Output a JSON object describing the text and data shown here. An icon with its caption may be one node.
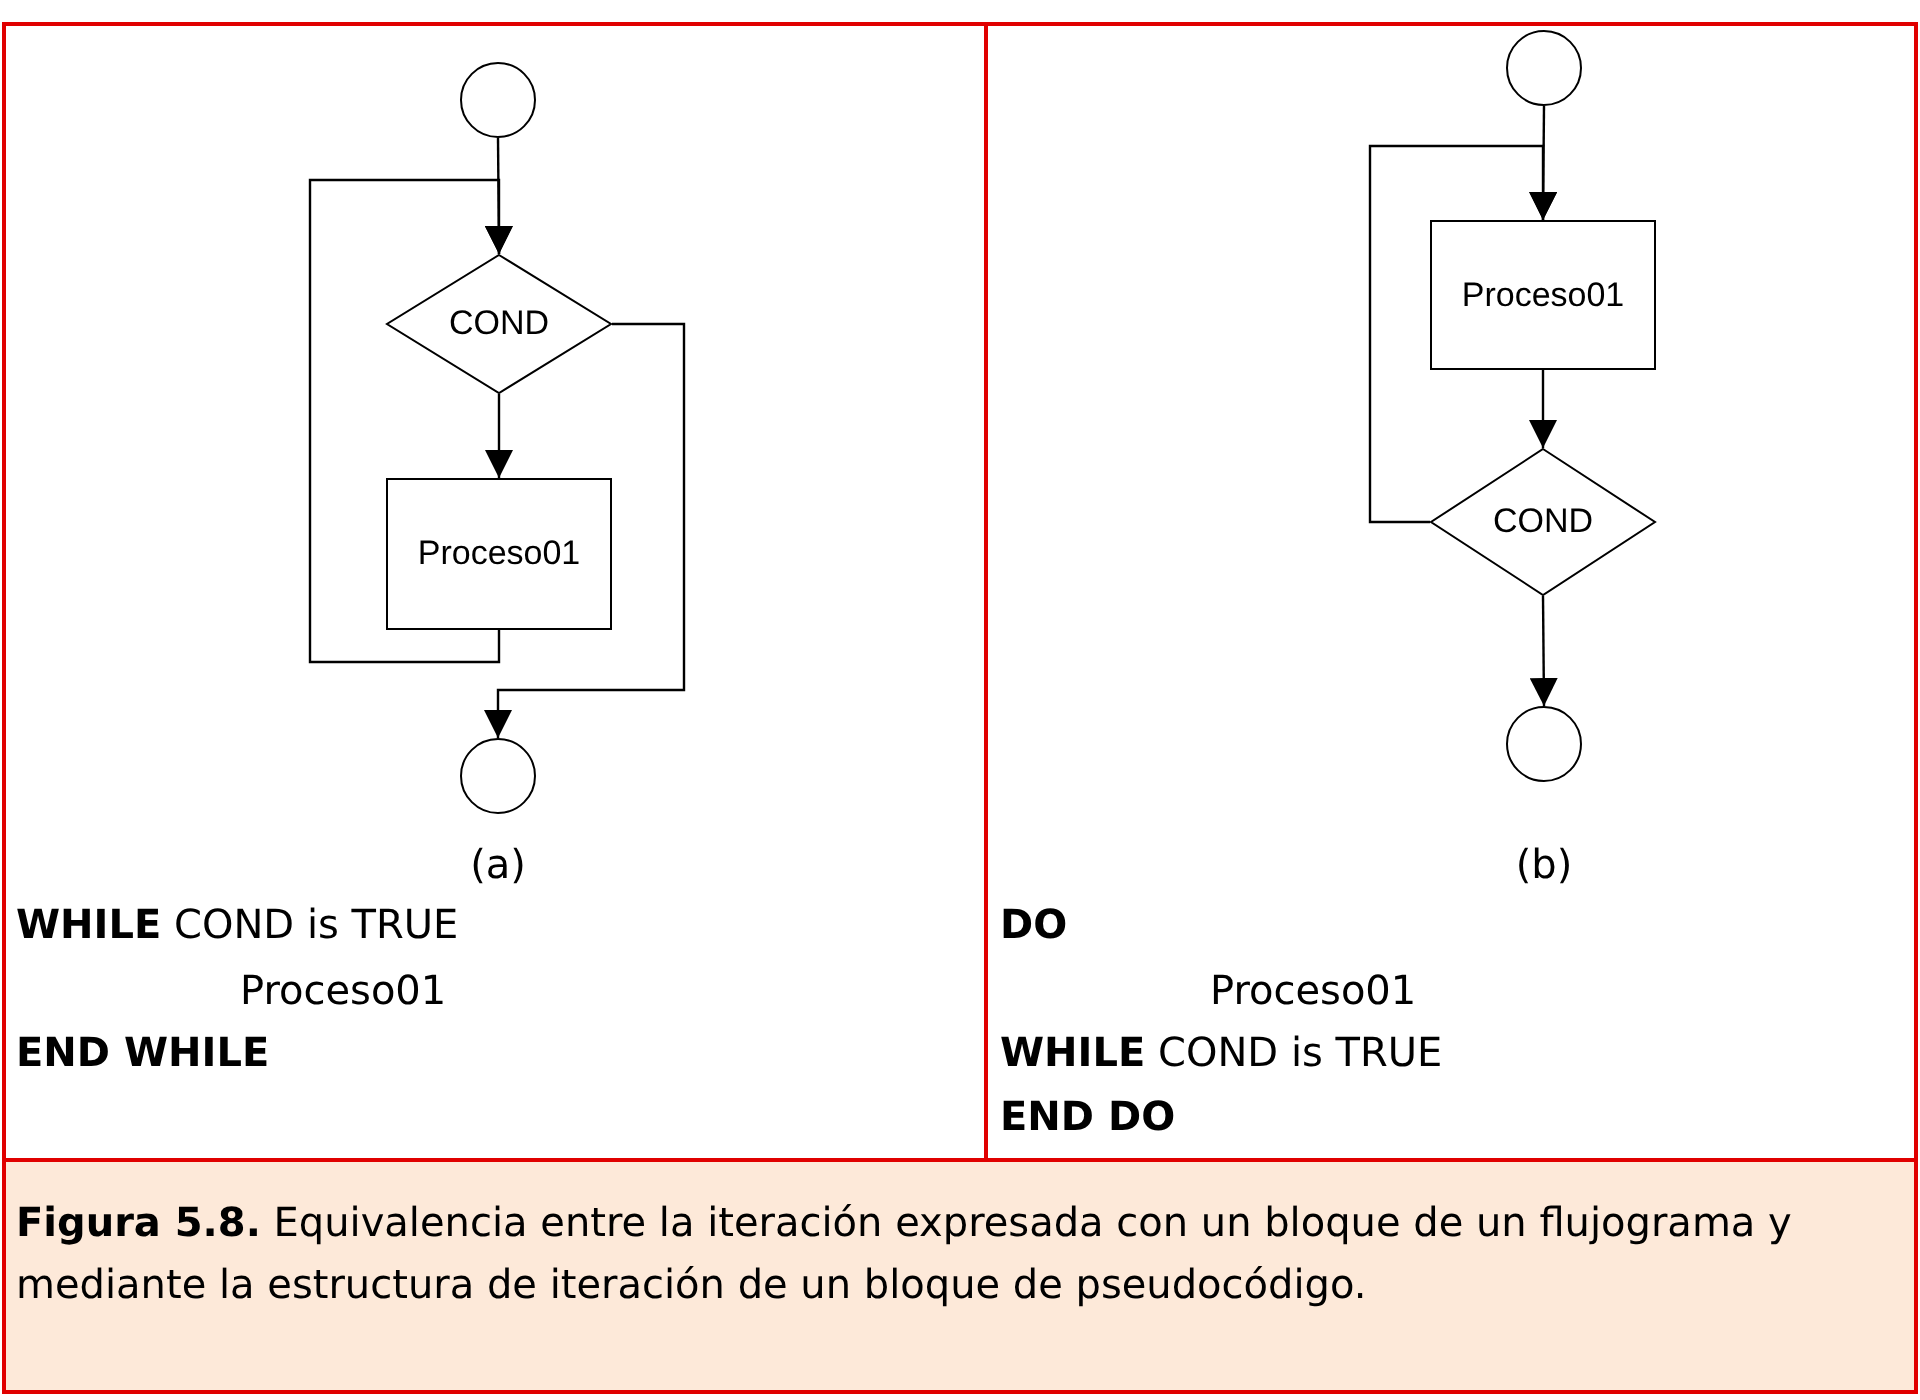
{
  "diagram": {
    "caption": "**Figura 5.8.** Equivalencia entre la iteración expresada con un bloque de un flujograma y mediante la estructura de iteración de un bloque de pseudocódigo.",
    "nodes": [
      {
        "text": [],
        "shape": "circle"
      },
      {
        "text": [
          "COND"
        ]
      },
      {
        "text": [
          "Proceso01"
        ]
      },
      {
        "text": [],
        "shape": "circle"
      },
      {
        "text": [],
        "shape": "circle"
      },
      {
        "text": [
          "Proceso01"
        ]
      },
      {
        "text": [
          "COND"
        ]
      },
      {
        "text": [],
        "shape": "circle"
      }
    ],
    "edges": [
      {
        "from": 0,
        "to": 1,
        "arrow": "to"
      },
      {
        "from": 1,
        "to": 2,
        "arrow": "to"
      },
      {
        "from": 2,
        "to": 1,
        "arrow": "to"
      },
      {
        "from": 1,
        "to": 3,
        "arrow": "to"
      },
      {
        "from": 4,
        "to": 5,
        "arrow": "to"
      },
      {
        "from": 5,
        "to": 6,
        "arrow": "to"
      },
      {
        "from": 6,
        "to": 5,
        "arrow": "to"
      },
      {
        "from": 6,
        "to": 7,
        "arrow": "to"
      }
    ],
    "labels": [
      "(a)",
      "**WHILE** COND is TRUE",
      "Proceso01",
      "END WHILE",
      "(b)",
      "DO",
      "Proceso01",
      "**WHILE** COND is TRUE",
      "END DO"
    ]
  }
}
